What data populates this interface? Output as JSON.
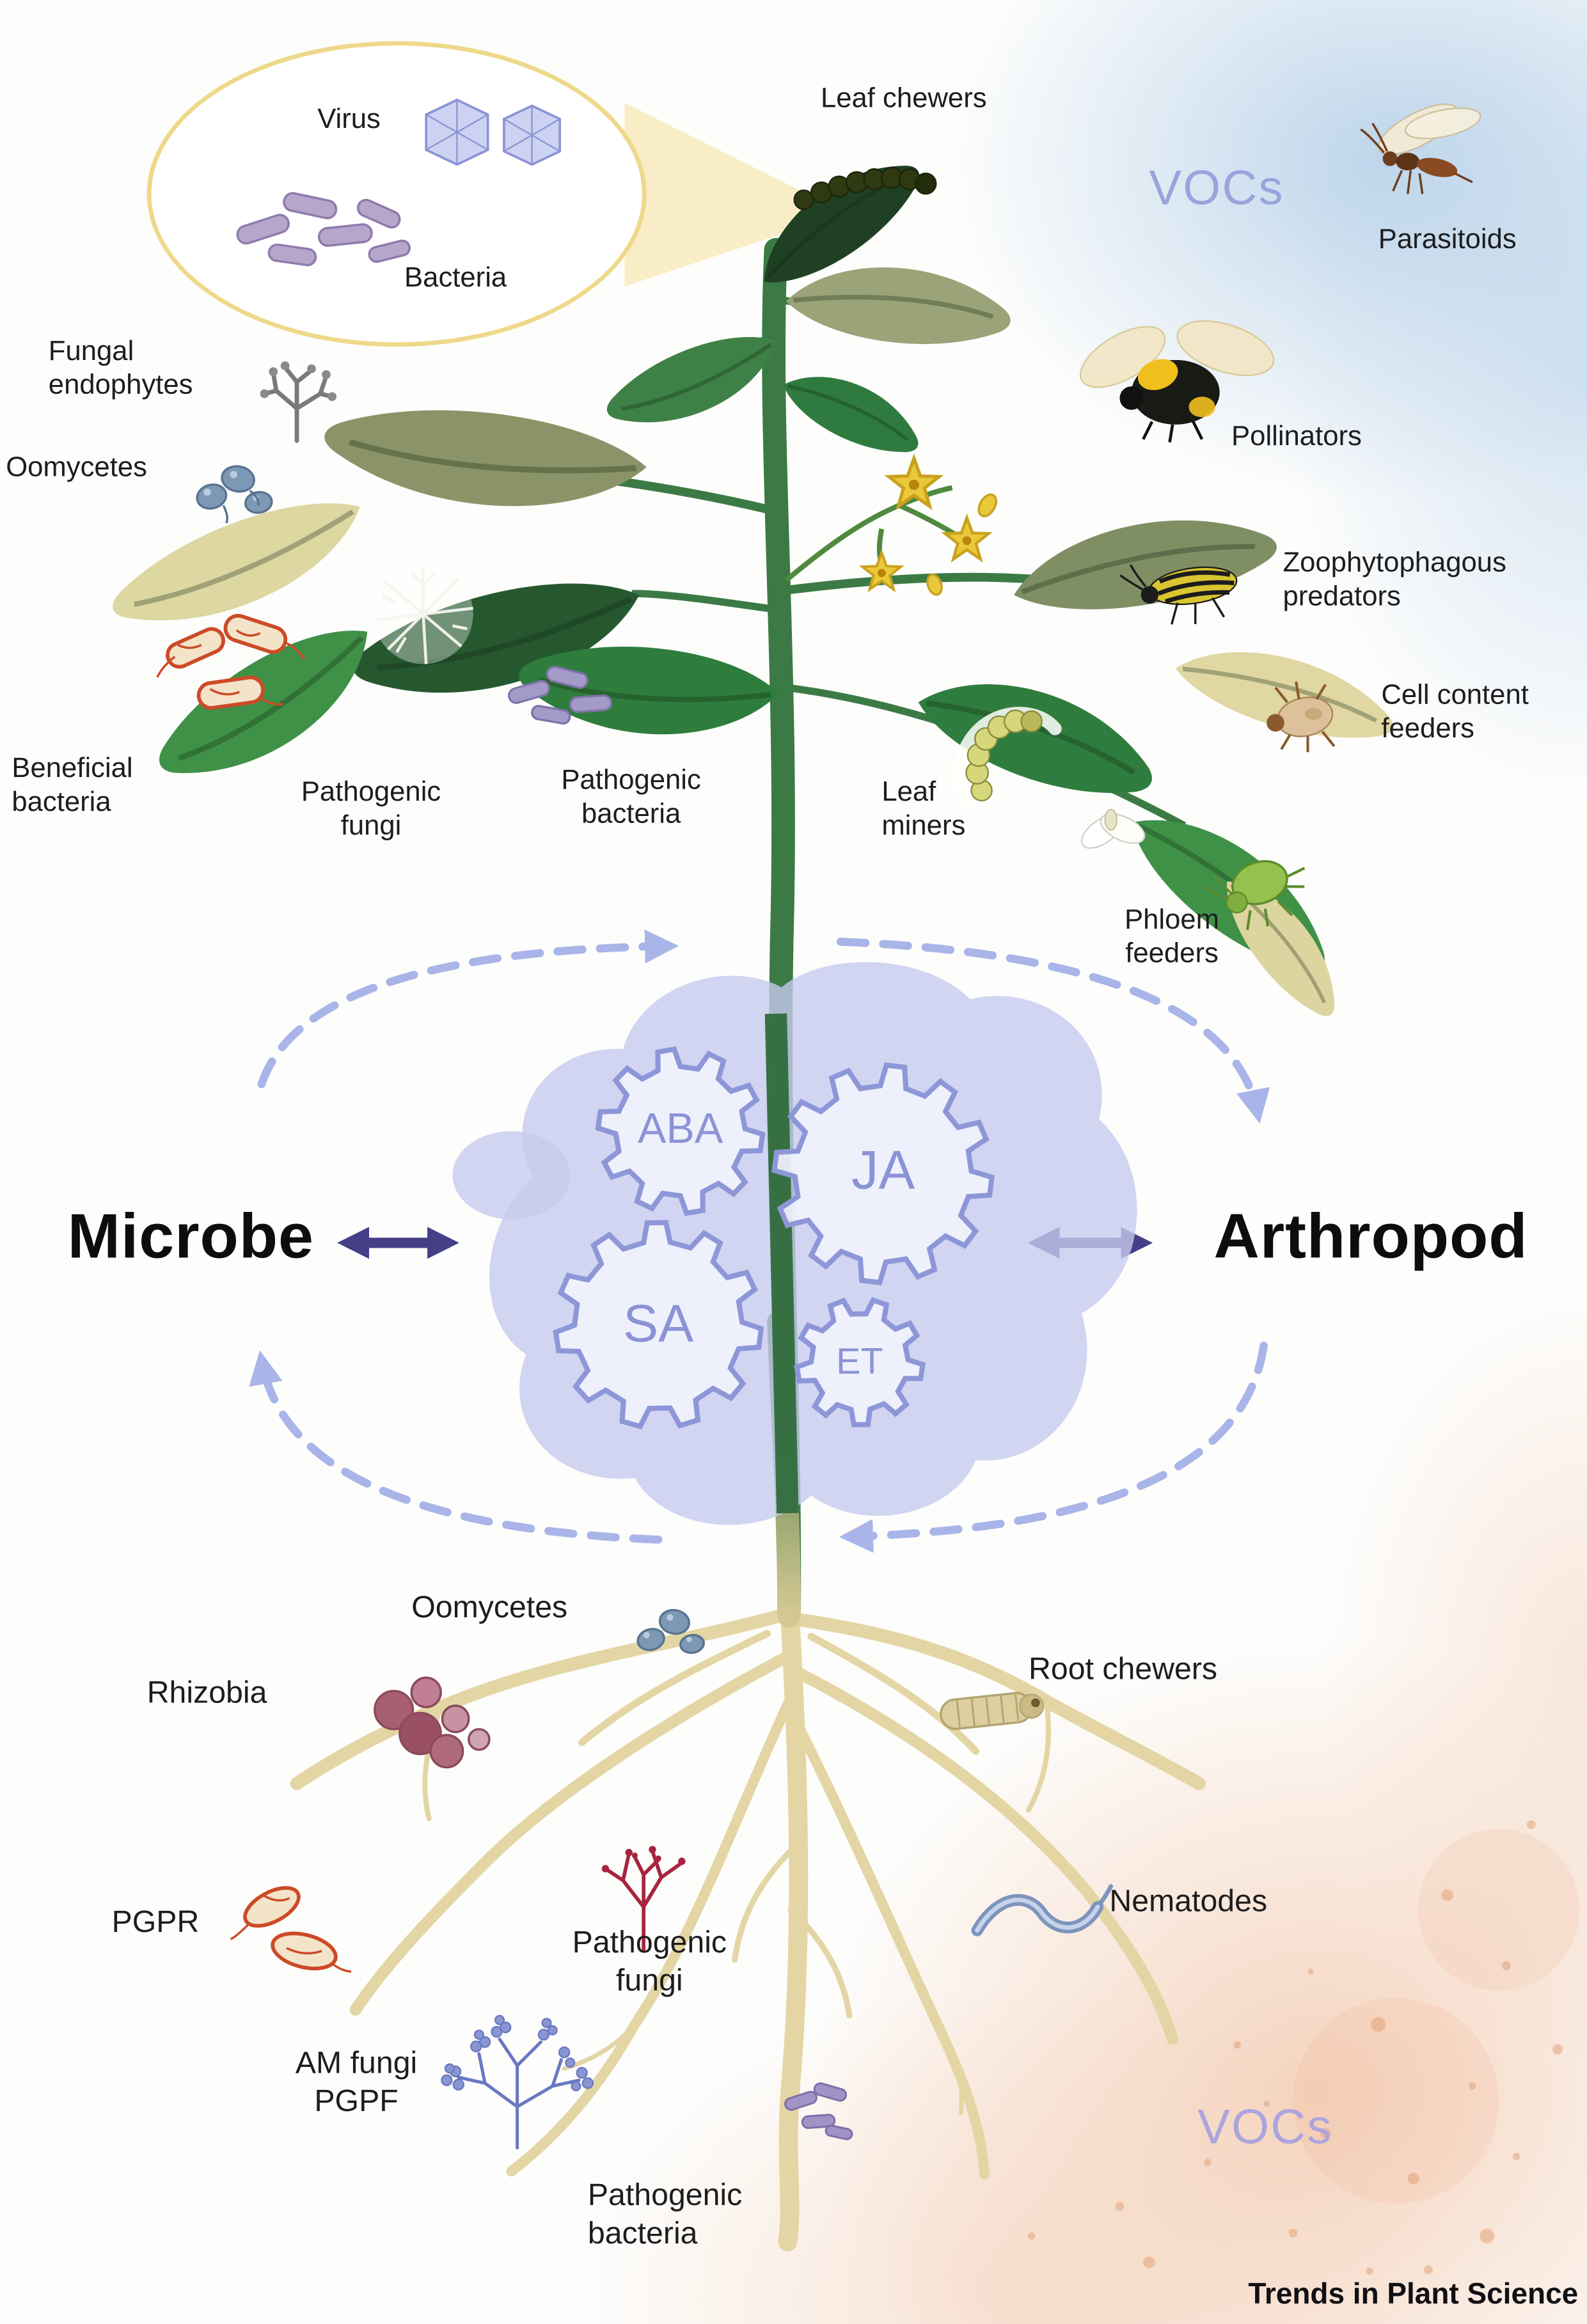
{
  "colors": {
    "accent_purple": "#8b93d6",
    "hub_blob": "#c5cbee",
    "dashed_arrow": "#a9b4e8",
    "dark_arrow": "#453f87",
    "vocs_text": "#9aa3dc",
    "label_text": "#1d1d1f",
    "callout_border": "#eed98a",
    "stem_green": "#3c7a45",
    "root_tan": "#e3d6a4",
    "soil_peach": "#f3ccb2",
    "sky_blue": "#b7d1e9"
  },
  "callout": {
    "virus": "Virus",
    "bacteria": "Bacteria"
  },
  "canopy": {
    "leaf_chewers": "Leaf chewers",
    "vocs": "VOCs",
    "parasitoids": "Parasitoids",
    "pollinators": "Pollinators",
    "fungal_endophytes": "Fungal\nendophytes",
    "oomycetes": "Oomycetes",
    "zoophytophagous_predators": "Zoophytophagous\npredators",
    "cell_content_feeders": "Cell content\nfeeders",
    "beneficial_bacteria": "Beneficial\nbacteria",
    "pathogenic_fungi": "Pathogenic\nfungi",
    "pathogenic_bacteria": "Pathogenic\nbacteria",
    "leaf_miners": "Leaf\nminers",
    "phloem_feeders": "Phloem\nfeeders"
  },
  "hub": {
    "microbe": "Microbe",
    "arthropod": "Arthropod",
    "gears": [
      {
        "id": "aba",
        "label": "ABA"
      },
      {
        "id": "ja",
        "label": "JA"
      },
      {
        "id": "sa",
        "label": "SA"
      },
      {
        "id": "et",
        "label": "ET"
      }
    ]
  },
  "rhizosphere": {
    "oomycetes": "Oomycetes",
    "rhizobia": "Rhizobia",
    "root_chewers": "Root chewers",
    "pgpr": "PGPR",
    "pathogenic_fungi": "Pathogenic\nfungi",
    "nematodes": "Nematodes",
    "am_fungi": "AM fungi\nPGPF",
    "pathogenic_bacteria": "Pathogenic\nbacteria",
    "vocs": "VOCs"
  },
  "credit": "Trends in Plant Science",
  "icons": {
    "virus-icon": "paired icosahedron capsids",
    "bacteria-icon": "purple rod bacteria cluster",
    "caterpillar-icon": "dark leaf-chewing caterpillar",
    "parasitoid-wasp-icon": "parasitoid wasp",
    "bumblebee-icon": "bumblebee pollinator",
    "zoophytophagous-bug-icon": "striped predatory bug",
    "mite-icon": "cell content feeding mite",
    "beneficial-bacteria-icon": "orange flagellated rods",
    "fungal-patch-icon": "white mycelium patch",
    "leaf-miner-icon": "pale larva with mine trail",
    "whitefly-icon": "white fly",
    "aphid-icon": "green aphid",
    "oomycete-icon": "blue-grey sporangia",
    "fungal-endophyte-icon": "grey branching hyphae",
    "rhizobia-icon": "maroon root nodules",
    "root-chewer-icon": "root-feeding grub",
    "pgpr-icon": "orange flagellated rods",
    "pathogenic-root-fungus-icon": "crimson branching hyphae",
    "nematode-icon": "curved roundworm",
    "am-fungi-icon": "blue arbuscular hyphae with spores",
    "gear-icon": "interlocking hormone gears"
  }
}
